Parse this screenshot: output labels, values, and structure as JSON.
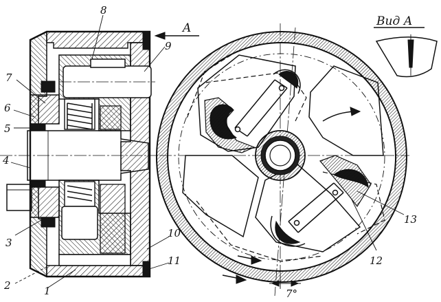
{
  "callouts": {
    "c1": "1",
    "c2": "2",
    "c3": "3",
    "c4": "4",
    "c5": "5",
    "c6": "6",
    "c7": "7",
    "c8": "8",
    "c9": "9",
    "c10": "10",
    "c11": "11",
    "c12": "12",
    "c13": "13"
  },
  "view_label": "Вид А",
  "arrow_label": "A",
  "angle_label": "7°"
}
